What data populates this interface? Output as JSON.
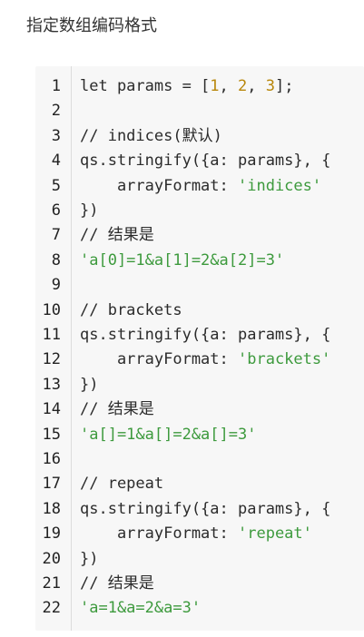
{
  "heading": "指定数组编码格式",
  "code_lines": [
    {
      "n": "1",
      "tokens": [
        {
          "t": "let params = [",
          "c": "plain"
        },
        {
          "t": "1",
          "c": "num"
        },
        {
          "t": ", ",
          "c": "plain"
        },
        {
          "t": "2",
          "c": "num"
        },
        {
          "t": ", ",
          "c": "plain"
        },
        {
          "t": "3",
          "c": "num"
        },
        {
          "t": "];",
          "c": "plain"
        }
      ]
    },
    {
      "n": "2",
      "tokens": []
    },
    {
      "n": "3",
      "tokens": [
        {
          "t": "// indices(默认)",
          "c": "cmt"
        }
      ]
    },
    {
      "n": "4",
      "tokens": [
        {
          "t": "qs.stringify({a: params}, {",
          "c": "plain"
        }
      ]
    },
    {
      "n": "5",
      "tokens": [
        {
          "t": "    arrayFormat: ",
          "c": "plain"
        },
        {
          "t": "'indices'",
          "c": "str"
        }
      ]
    },
    {
      "n": "6",
      "tokens": [
        {
          "t": "})",
          "c": "plain"
        }
      ]
    },
    {
      "n": "7",
      "tokens": [
        {
          "t": "// 结果是",
          "c": "cmt"
        }
      ]
    },
    {
      "n": "8",
      "tokens": [
        {
          "t": "'a[0]=1&a[1]=2&a[2]=3'",
          "c": "str"
        }
      ]
    },
    {
      "n": "9",
      "tokens": []
    },
    {
      "n": "10",
      "tokens": [
        {
          "t": "// brackets",
          "c": "cmt"
        }
      ]
    },
    {
      "n": "11",
      "tokens": [
        {
          "t": "qs.stringify({a: params}, {",
          "c": "plain"
        }
      ]
    },
    {
      "n": "12",
      "tokens": [
        {
          "t": "    arrayFormat: ",
          "c": "plain"
        },
        {
          "t": "'brackets'",
          "c": "str"
        }
      ]
    },
    {
      "n": "13",
      "tokens": [
        {
          "t": "})",
          "c": "plain"
        }
      ]
    },
    {
      "n": "14",
      "tokens": [
        {
          "t": "// 结果是",
          "c": "cmt"
        }
      ]
    },
    {
      "n": "15",
      "tokens": [
        {
          "t": "'a[]=1&a[]=2&a[]=3'",
          "c": "str"
        }
      ]
    },
    {
      "n": "16",
      "tokens": []
    },
    {
      "n": "17",
      "tokens": [
        {
          "t": "// repeat",
          "c": "cmt"
        }
      ]
    },
    {
      "n": "18",
      "tokens": [
        {
          "t": "qs.stringify({a: params}, {",
          "c": "plain"
        }
      ]
    },
    {
      "n": "19",
      "tokens": [
        {
          "t": "    arrayFormat: ",
          "c": "plain"
        },
        {
          "t": "'repeat'",
          "c": "str"
        }
      ]
    },
    {
      "n": "20",
      "tokens": [
        {
          "t": "})",
          "c": "plain"
        }
      ]
    },
    {
      "n": "21",
      "tokens": [
        {
          "t": "// 结果是",
          "c": "cmt"
        }
      ]
    },
    {
      "n": "22",
      "tokens": [
        {
          "t": "'a=1&a=2&a=3'",
          "c": "str"
        }
      ]
    }
  ]
}
